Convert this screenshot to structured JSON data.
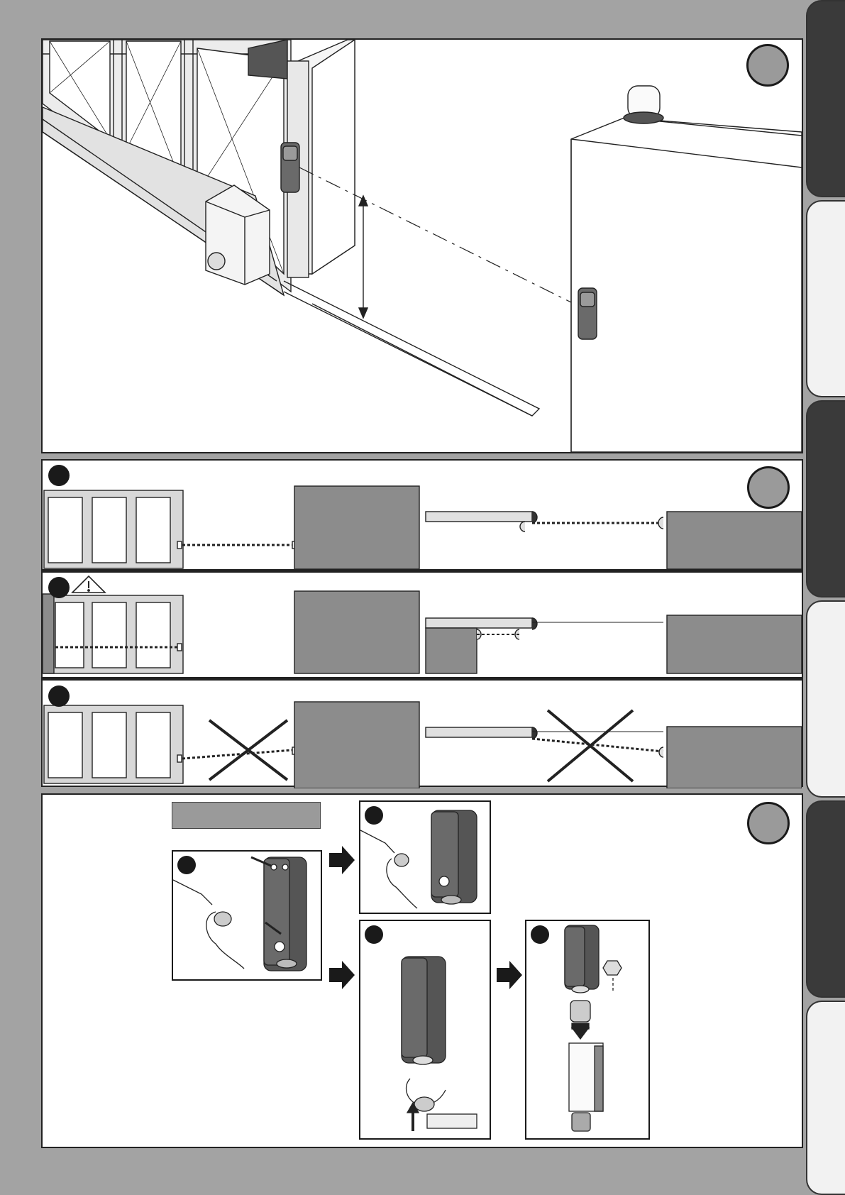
{
  "page": {
    "figures": [
      {
        "id": "top",
        "badge_label": ""
      },
      {
        "id": "alignment",
        "badge_label": ""
      },
      {
        "id": "mounting",
        "badge_label": ""
      }
    ],
    "alignment_rows": [
      {
        "step_label": "",
        "warning_icon": false
      },
      {
        "step_label": "",
        "warning_icon": true
      },
      {
        "step_label": "",
        "warning_icon": false
      }
    ],
    "mounting_caption": "",
    "mounting_steps": [
      {
        "step_label": ""
      },
      {
        "step_label": ""
      },
      {
        "step_label": ""
      },
      {
        "step_label": ""
      }
    ],
    "side_tabs": [
      {
        "label": "",
        "style": "dark"
      },
      {
        "label": "",
        "style": "light"
      },
      {
        "label": "",
        "style": "dark"
      },
      {
        "label": "",
        "style": "light"
      },
      {
        "label": "",
        "style": "dark"
      },
      {
        "label": "",
        "style": "light"
      }
    ],
    "colors": {
      "page_bg": "#a3a3a3",
      "ink": "#1a1a1a",
      "mid_gray": "#8c8c8c",
      "light_gray": "#d8d8d8"
    }
  }
}
